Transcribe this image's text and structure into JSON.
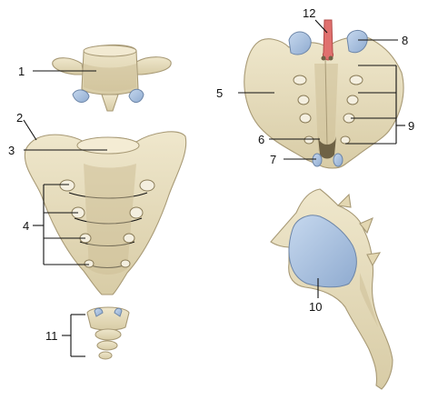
{
  "colors": {
    "bone": "#e6dcbc",
    "bone_shade": "#cdbf97",
    "bone_outline": "#a89a76",
    "cartilage": "#a9c2df",
    "vessel": "#e0706e",
    "leader_line": "#111111"
  },
  "figures": [
    "lumbar-vertebra-superior-view",
    "sacrum-anterior-view",
    "coccyx-anterior-view",
    "sacrum-posterior-view",
    "sacrum-lateral-view"
  ],
  "labels": [
    "1",
    "2",
    "3",
    "4",
    "5",
    "6",
    "7",
    "8",
    "9",
    "10",
    "11",
    "12"
  ]
}
